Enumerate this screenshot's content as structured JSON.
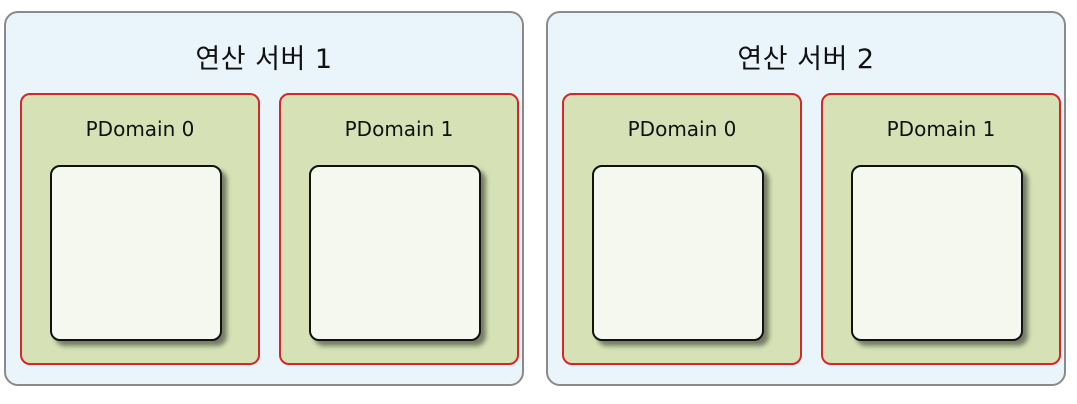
{
  "servers": [
    {
      "title": "연산 서버 1",
      "pdomains": [
        {
          "label": "PDomain 0"
        },
        {
          "label": "PDomain 1"
        }
      ]
    },
    {
      "title": "연산 서버 2",
      "pdomains": [
        {
          "label": "PDomain 0"
        },
        {
          "label": "PDomain 1"
        }
      ]
    }
  ],
  "colors": {
    "server_fill": "#eaf4fb",
    "server_border": "#8a8a8a",
    "pdomain_fill": "#d6e2b5",
    "pdomain_border": "#d6262a",
    "inner_fill": "#f5f8ef",
    "inner_border": "#111111"
  }
}
